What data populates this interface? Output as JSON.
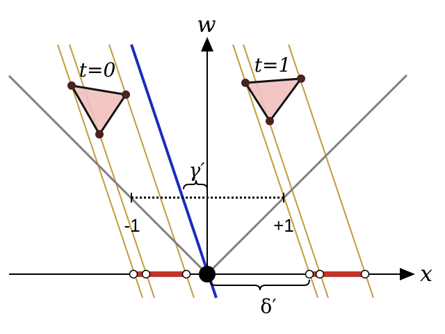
{
  "labels": {
    "w_axis": "w",
    "x_axis": "x",
    "t0": "t=0",
    "t1": "t=1",
    "gamma": "γ′",
    "delta": "δ′",
    "minus_one": "-1",
    "plus_one": "+1"
  },
  "colors": {
    "gold": "#c49a3a",
    "blue": "#1c2bc0",
    "gray": "#808080",
    "red": "#c0352b",
    "triangle_fill": "#f2c0c0",
    "vertex": "#4a2222"
  }
}
